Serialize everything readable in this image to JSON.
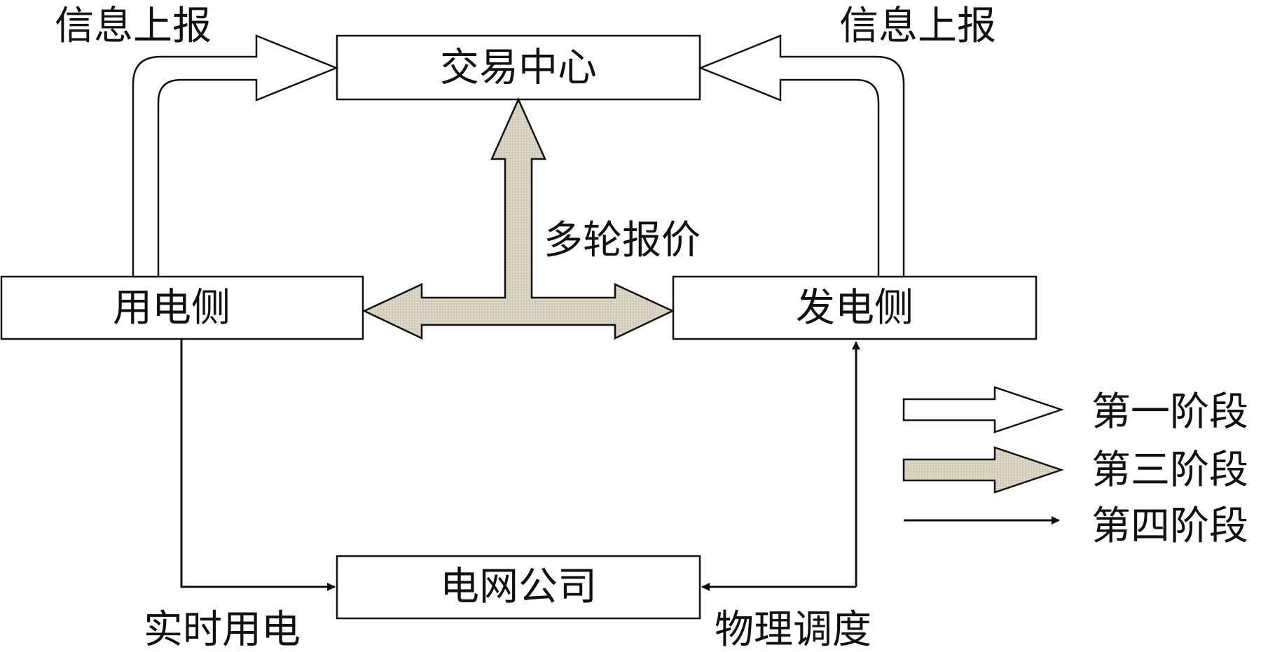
{
  "nodes": {
    "trading_center": "交易中心",
    "consumer_side": "用电侧",
    "generator_side": "发电侧",
    "grid_company": "电网公司"
  },
  "edge_labels": {
    "info_report_left": "信息上报",
    "info_report_right": "信息上报",
    "multi_round_bidding": "多轮报价",
    "realtime_consumption": "实时用电",
    "physical_dispatch": "物理调度"
  },
  "legend": {
    "stage1": "第一阶段",
    "stage3": "第三阶段",
    "stage4": "第四阶段"
  },
  "colors": {
    "stroke": "#111111",
    "stage3_fill": "#d6d0bd"
  }
}
